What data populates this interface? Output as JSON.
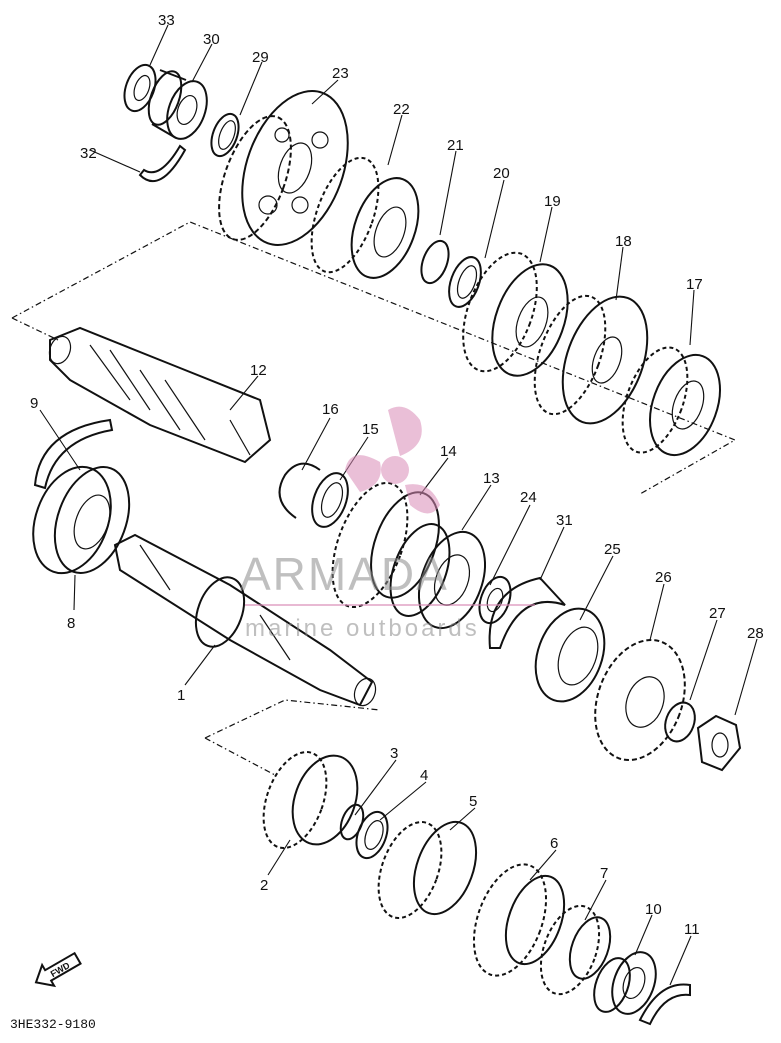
{
  "diagram": {
    "drawing_code": "3HE332-9180",
    "fwd_label": "FWD",
    "watermark": {
      "brand": "ARMADA",
      "tagline": "marine outboards"
    },
    "labels": [
      "1",
      "2",
      "3",
      "4",
      "5",
      "6",
      "7",
      "8",
      "9",
      "10",
      "11",
      "12",
      "13",
      "14",
      "15",
      "16",
      "17",
      "18",
      "19",
      "20",
      "21",
      "22",
      "23",
      "24",
      "25",
      "26",
      "27",
      "28",
      "29",
      "30",
      "31",
      "32",
      "33"
    ]
  }
}
